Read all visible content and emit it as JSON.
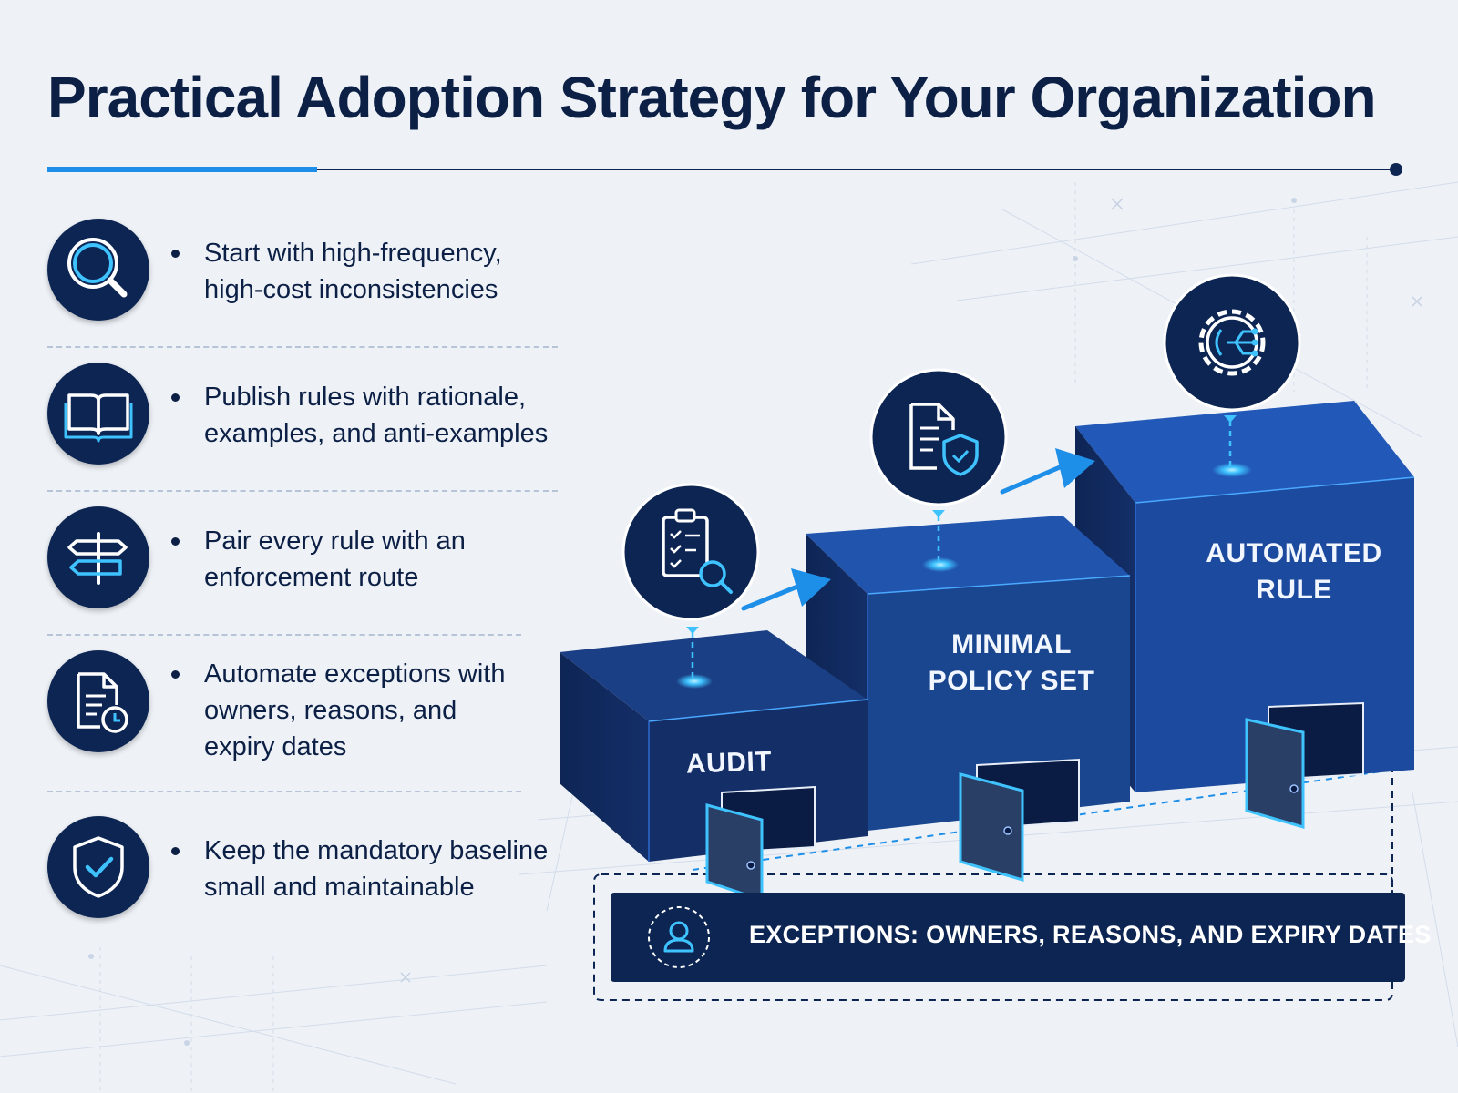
{
  "title": "Practical Adoption Strategy for Your Organization",
  "bullets": [
    {
      "icon": "magnifier-icon",
      "lines": [
        "Start with high-frequency,",
        "high-cost inconsistencies"
      ]
    },
    {
      "icon": "open-book-icon",
      "lines": [
        "Publish rules with rationale,",
        "examples, and anti-examples"
      ]
    },
    {
      "icon": "signpost-icon",
      "lines": [
        "Pair every rule with an",
        "enforcement route"
      ]
    },
    {
      "icon": "document-clock-icon",
      "lines": [
        "Automate exceptions with",
        "owners, reasons, and",
        "expiry dates"
      ]
    },
    {
      "icon": "shield-check-icon",
      "lines": [
        "Keep the mandatory baseline",
        "small and maintainable"
      ]
    }
  ],
  "steps": [
    {
      "icon": "clipboard-search-icon",
      "lines": [
        "AUDIT"
      ]
    },
    {
      "icon": "document-shield-icon",
      "lines": [
        "MINIMAL",
        "POLICY SET"
      ]
    },
    {
      "icon": "gear-circuit-icon",
      "lines": [
        "AUTOMATED",
        "RULE"
      ]
    }
  ],
  "exceptions": {
    "icon": "user-icon",
    "label": "EXCEPTIONS: OWNERS, REASONS, AND EXPIRY DATES"
  },
  "colors": {
    "navy": "#0d2553",
    "accent": "#1e8fe8",
    "cyan": "#3fc3ff",
    "box_front": "#16387a",
    "box_top": "#1f4fa5"
  }
}
